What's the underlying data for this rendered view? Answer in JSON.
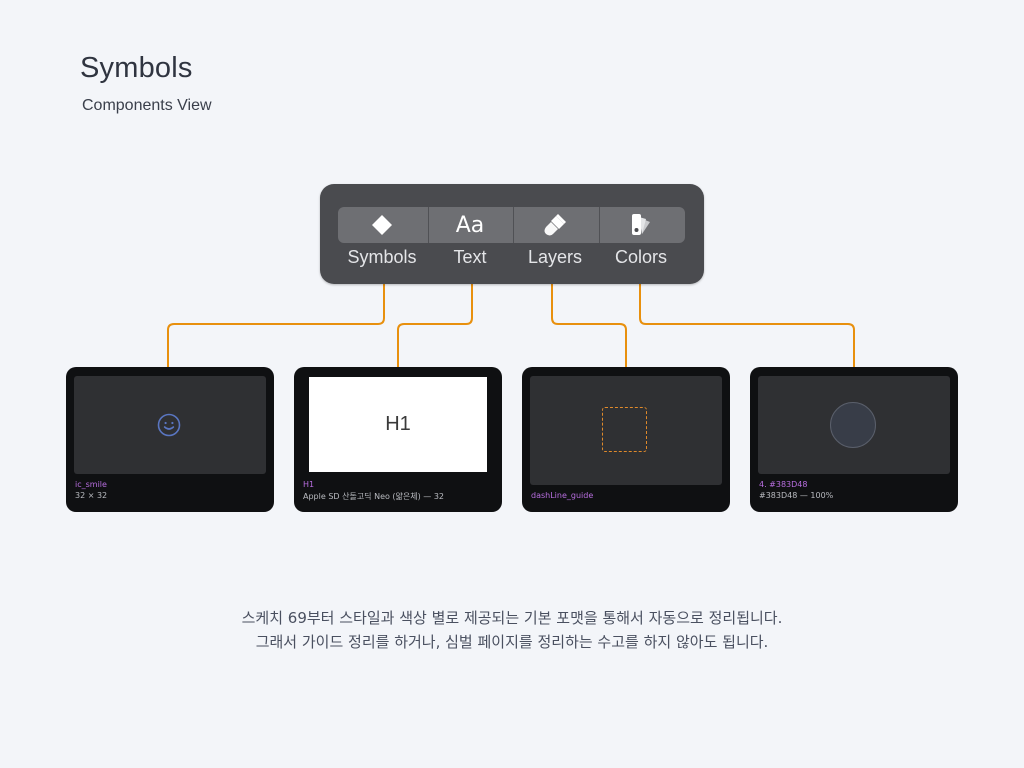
{
  "header": {
    "title": "Symbols",
    "subtitle": "Components View"
  },
  "toolbar": {
    "items": [
      {
        "label": "Symbols",
        "icon": "diamond-icon"
      },
      {
        "label": "Text",
        "icon": "text-aa-icon",
        "glyph": "Aa"
      },
      {
        "label": "Layers",
        "icon": "brush-icon"
      },
      {
        "label": "Colors",
        "icon": "color-swatch-icon"
      }
    ]
  },
  "cards": [
    {
      "name": "ic_smile",
      "meta": "32 × 32",
      "preview": "smile-icon"
    },
    {
      "name": "H1",
      "meta": "Apple SD 산돌고딕 Neo (얇은체) — 32",
      "preview_text": "H1"
    },
    {
      "name": "dashLine_guide",
      "meta": "",
      "preview": "dashed-square"
    },
    {
      "name": "4. #383D48",
      "meta": "#383D48 — 100%",
      "swatch_color": "#383D48"
    }
  ],
  "footer": {
    "line1": "스케치 69부터 스타일과 색상 별로 제공되는 기본 포맷을 통해서 자동으로 정리됩니다.",
    "line2": "그래서 가이드 정리를 하거나, 심벌 페이지를 정리하는 수고를 하지 않아도 됩니다."
  },
  "colors": {
    "connector": "#E8900E",
    "toolbar_bg": "#4A4B4F",
    "card_bg": "#0F1012",
    "label_purple": "#B86EE0"
  }
}
